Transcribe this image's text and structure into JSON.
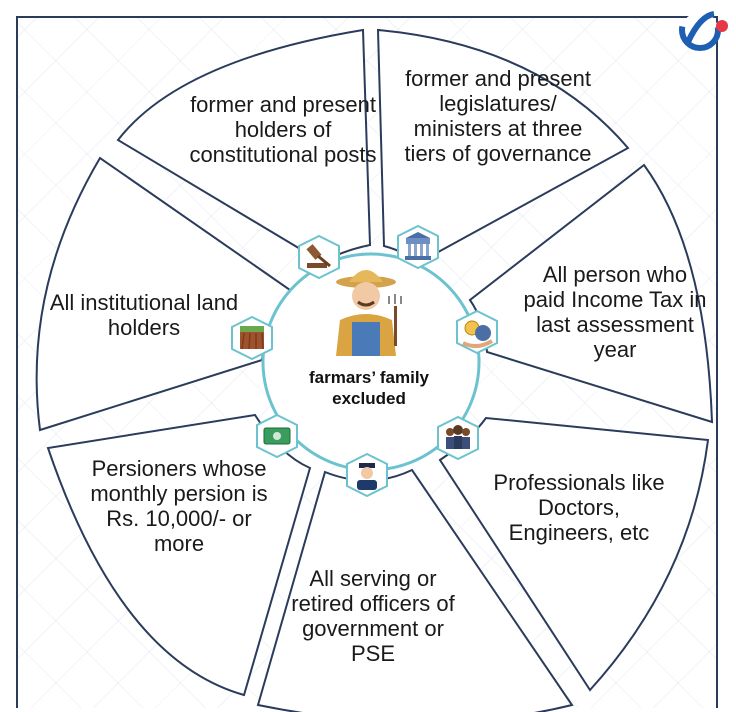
{
  "center": {
    "label": "farmars’ family excluded",
    "icon": "farmer-icon"
  },
  "segments": [
    {
      "id": "constitutional-posts",
      "text": "former and present holders of constitutional posts",
      "icon": "gavel-icon"
    },
    {
      "id": "legislators-ministers",
      "text": "former and present legislatures/ ministers at three tiers of governance",
      "icon": "government-building-icon"
    },
    {
      "id": "income-tax",
      "text": "All person who paid Income Tax in last assessment year",
      "icon": "tax-money-icon"
    },
    {
      "id": "professionals",
      "text": "Professionals like Doctors, Engineers, etc",
      "icon": "professionals-group-icon"
    },
    {
      "id": "government-officers",
      "text": "All serving or retired officers of government or PSE",
      "icon": "police-officer-icon"
    },
    {
      "id": "pensioners",
      "text": "Persioners whose monthly persion is Rs. 10,000/- or more",
      "icon": "banknote-icon"
    },
    {
      "id": "institutional-land",
      "text": "All institutional land holders",
      "icon": "farmland-icon"
    }
  ],
  "colors": {
    "segment_border": "#2b3b5c",
    "hub_border": "#6cc3cf",
    "accent_red": "#e63946",
    "accent_blue": "#1e5fb4"
  }
}
